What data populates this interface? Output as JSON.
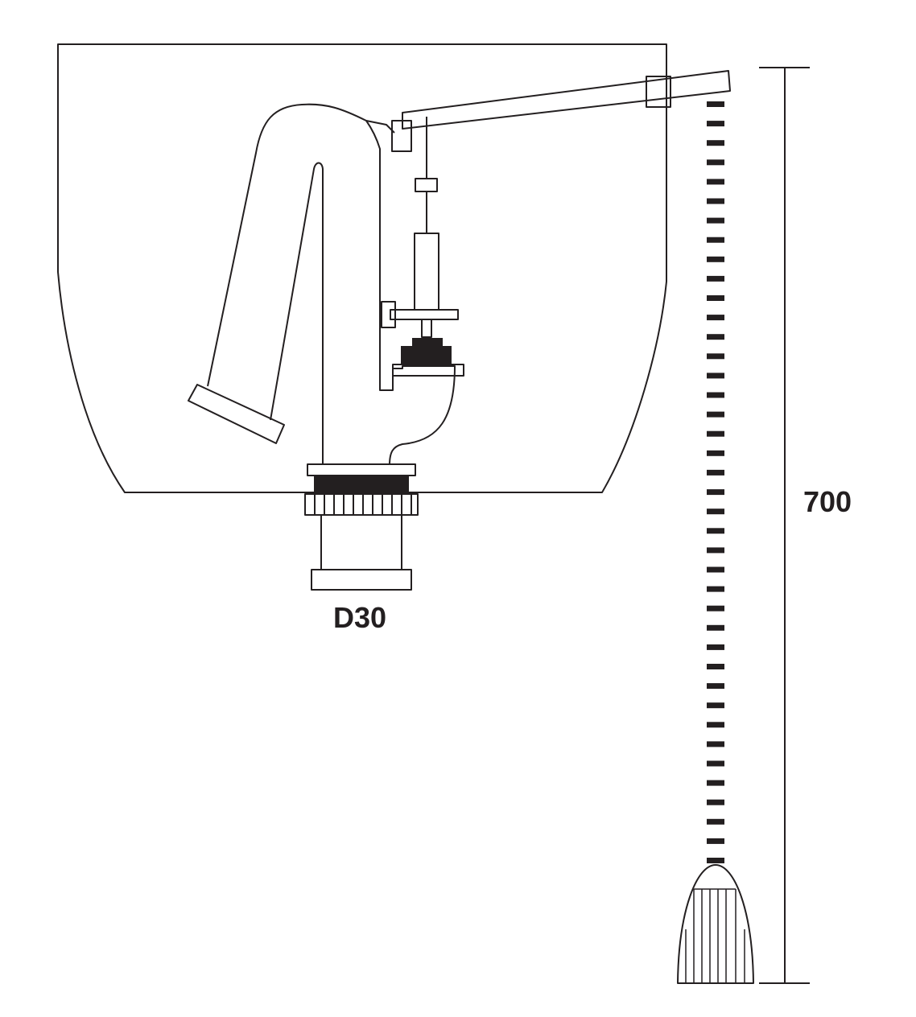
{
  "labels": {
    "outlet_size": "D30",
    "chain_length": "700"
  },
  "colors": {
    "line": "#231f20",
    "fill": "#231f20",
    "background": "#ffffff"
  },
  "chain": {
    "link_count": 40
  }
}
